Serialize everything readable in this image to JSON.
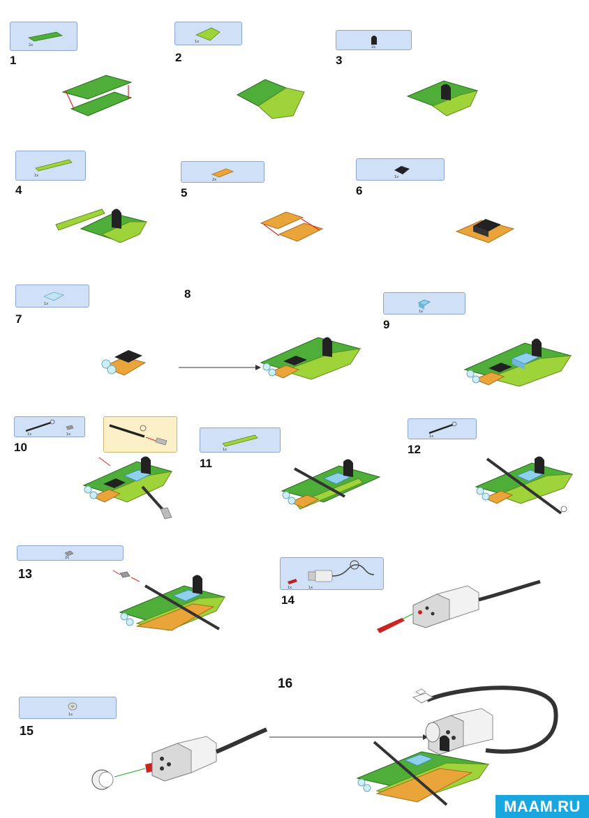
{
  "steps": [
    {
      "n": "1",
      "qty": "2x"
    },
    {
      "n": "2",
      "qty": "1x"
    },
    {
      "n": "3",
      "qty": "2x"
    },
    {
      "n": "4",
      "qty": "1x"
    },
    {
      "n": "5",
      "qty": "2x"
    },
    {
      "n": "6",
      "qty": "1x"
    },
    {
      "n": "7",
      "qty": "1x"
    },
    {
      "n": "8",
      "qty": ""
    },
    {
      "n": "9",
      "qty": "1x"
    },
    {
      "n": "10",
      "qty": "1x",
      "qty2": "1x"
    },
    {
      "n": "11",
      "qty": "1x"
    },
    {
      "n": "12",
      "qty": "1x"
    },
    {
      "n": "13",
      "qty": "2x"
    },
    {
      "n": "14",
      "qty": "1x",
      "qty2": "1x"
    },
    {
      "n": "15",
      "qty": "1x"
    },
    {
      "n": "16",
      "qty": ""
    }
  ],
  "watermark": "MAAM.RU",
  "colors": {
    "green": "#4fae3a",
    "lime": "#9fd33a",
    "orange": "#e9a43a",
    "lightblue": "#8fd0ec",
    "black": "#222222",
    "callout": "#cfe0f7",
    "watermark": "#1aa7e0"
  },
  "icons": [
    "plate-icon",
    "wedge-plate-icon",
    "bracket-icon",
    "beam-icon",
    "brick-icon",
    "axle-icon",
    "bushing-icon",
    "motor-icon",
    "pulley-icon",
    "cable-icon"
  ]
}
